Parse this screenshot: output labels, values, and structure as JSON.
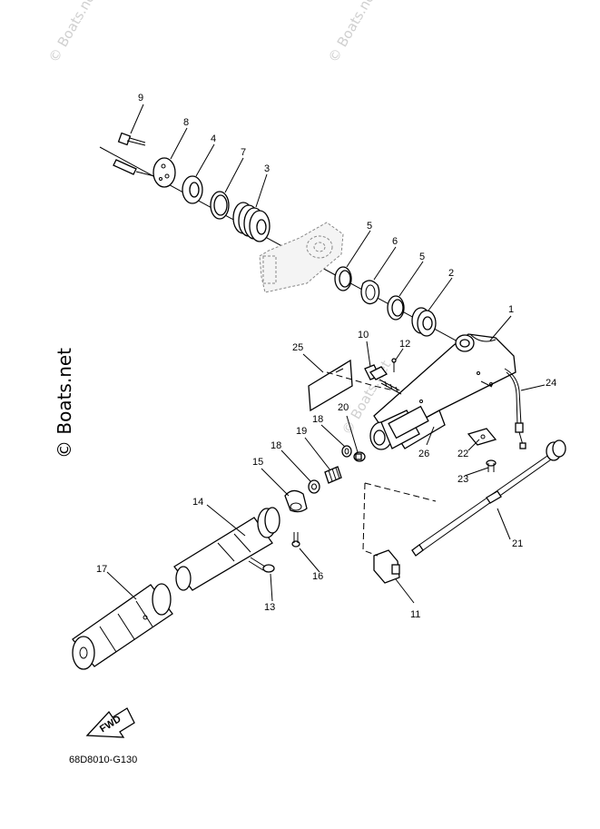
{
  "watermarks": {
    "top_left": "© Boats.net",
    "top_right": "© Boats.net",
    "left_side": "© Boats.net",
    "center": "© Boats.net"
  },
  "callouts": [
    "1",
    "2",
    "3",
    "4",
    "5",
    "5",
    "6",
    "7",
    "8",
    "9",
    "10",
    "11",
    "12",
    "13",
    "14",
    "15",
    "16",
    "17",
    "18",
    "18",
    "19",
    "20",
    "21",
    "22",
    "23",
    "24",
    "25",
    "26"
  ],
  "fwd_label": "FWD",
  "diagram_code": "68D8010-G130",
  "colors": {
    "ink": "#000000",
    "paper": "#ffffff",
    "watermark": "#d0d0d0"
  }
}
